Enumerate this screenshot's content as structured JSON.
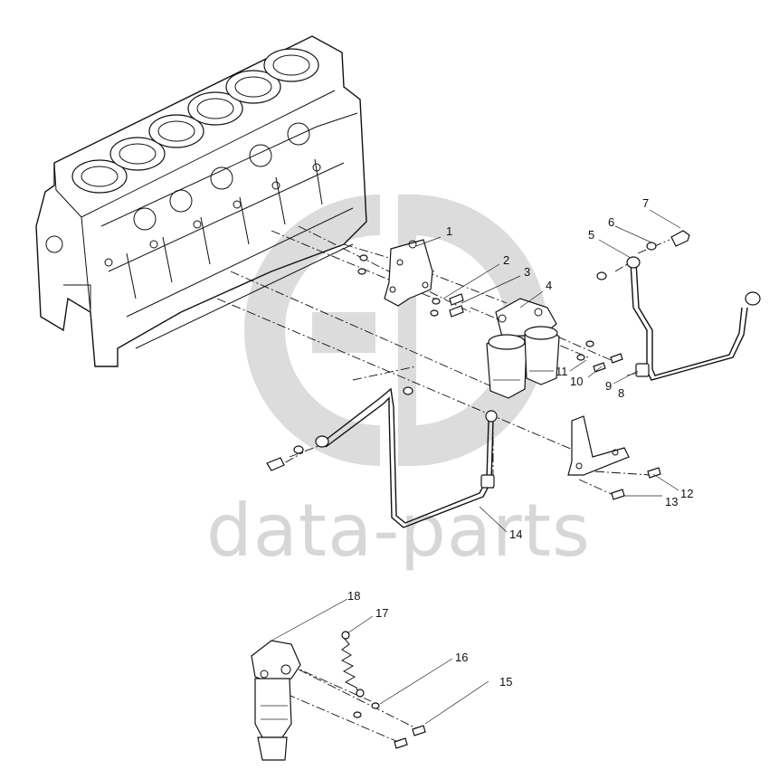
{
  "watermark": {
    "text": "data-parts"
  },
  "callouts": [
    "1",
    "2",
    "3",
    "4",
    "5",
    "6",
    "7",
    "8",
    "9",
    "10",
    "11",
    "12",
    "13",
    "14",
    "15",
    "16",
    "17",
    "18"
  ],
  "icons": {
    "watermark_logo": "data-parts-logo-icon"
  }
}
